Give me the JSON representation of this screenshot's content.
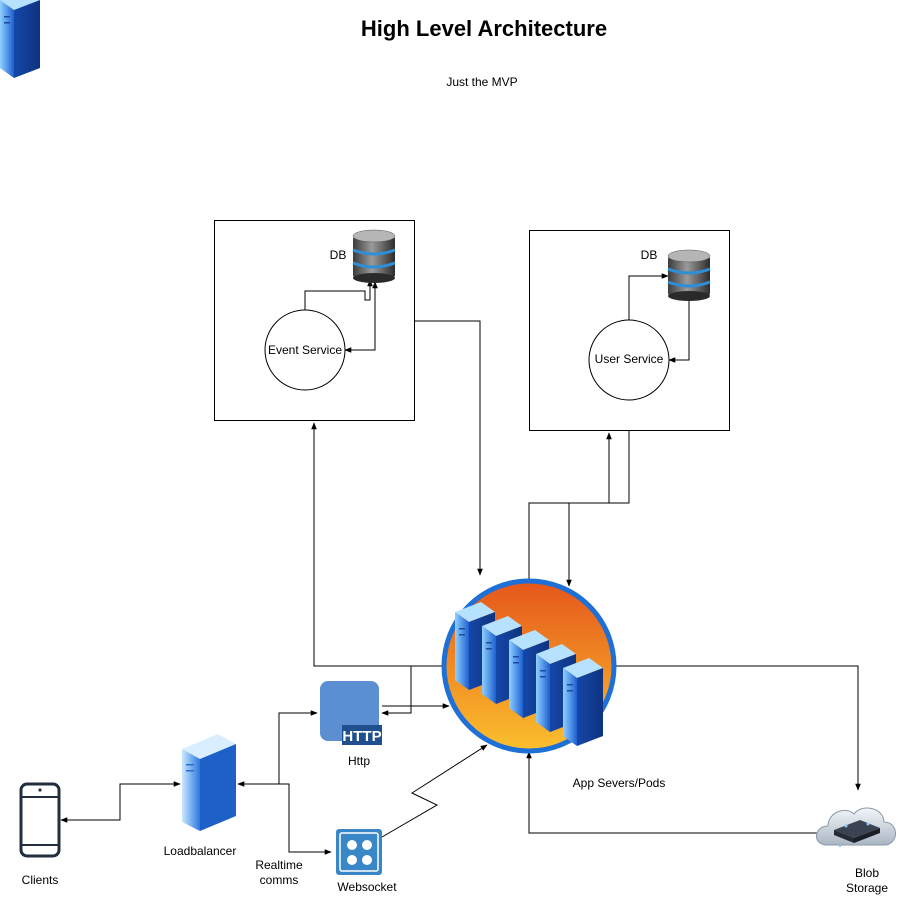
{
  "header": {
    "title": "High Level Architecture",
    "subtitle": "Just the MVP"
  },
  "event_service": {
    "db_label": "DB",
    "service_label": "Event Service"
  },
  "user_service": {
    "db_label": "DB",
    "service_label": "User Service"
  },
  "nodes": {
    "app_servers": "App Severs/Pods",
    "http": "Http",
    "websocket": "Websocket",
    "loadbalancer": "Loadbalancer",
    "clients": "Clients",
    "realtime_line1": "Realtime",
    "realtime_line2": "comms",
    "blob_line1": "Blob",
    "blob_line2": "Storage"
  },
  "icons": {
    "db": "database-icon",
    "app": "server-cluster-icon",
    "http": "http-icon",
    "websocket": "websocket-icon",
    "loadbalancer": "server-icon",
    "client": "smartphone-icon",
    "blob": "cloud-storage-icon"
  },
  "colors": {
    "app_ring": "#1e6fd6",
    "app_fill_top": "#e8661a",
    "app_fill_bottom": "#f8b72a",
    "http_blue": "#5b8fd1",
    "websocket_blue": "#3a87c8",
    "server_blue": "#2f7fe0"
  }
}
